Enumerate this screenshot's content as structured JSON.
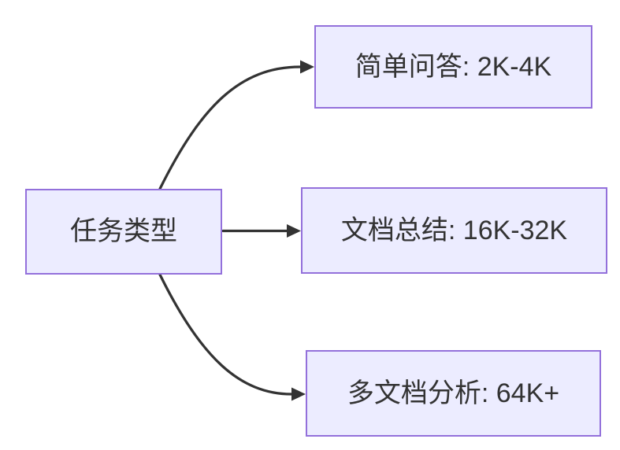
{
  "diagram": {
    "type": "flowchart",
    "direction": "left-to-right",
    "nodes": [
      {
        "id": "task-type",
        "label": "任务类型"
      },
      {
        "id": "simple-qa",
        "label": "简单问答: 2K-4K"
      },
      {
        "id": "doc-summary",
        "label": "文档总结: 16K-32K"
      },
      {
        "id": "multi-doc-analysis",
        "label": "多文档分析: 64K+"
      }
    ],
    "edges": [
      {
        "from": "task-type",
        "to": "simple-qa",
        "arrow": "arrowhead-right"
      },
      {
        "from": "task-type",
        "to": "doc-summary",
        "arrow": "arrowhead-right"
      },
      {
        "from": "task-type",
        "to": "multi-doc-analysis",
        "arrow": "arrowhead-right"
      }
    ],
    "colors": {
      "background": "#ffffff",
      "node_fill": "#ECECFF",
      "node_border": "#9370DB",
      "edge": "#333333",
      "text": "#333333"
    }
  }
}
